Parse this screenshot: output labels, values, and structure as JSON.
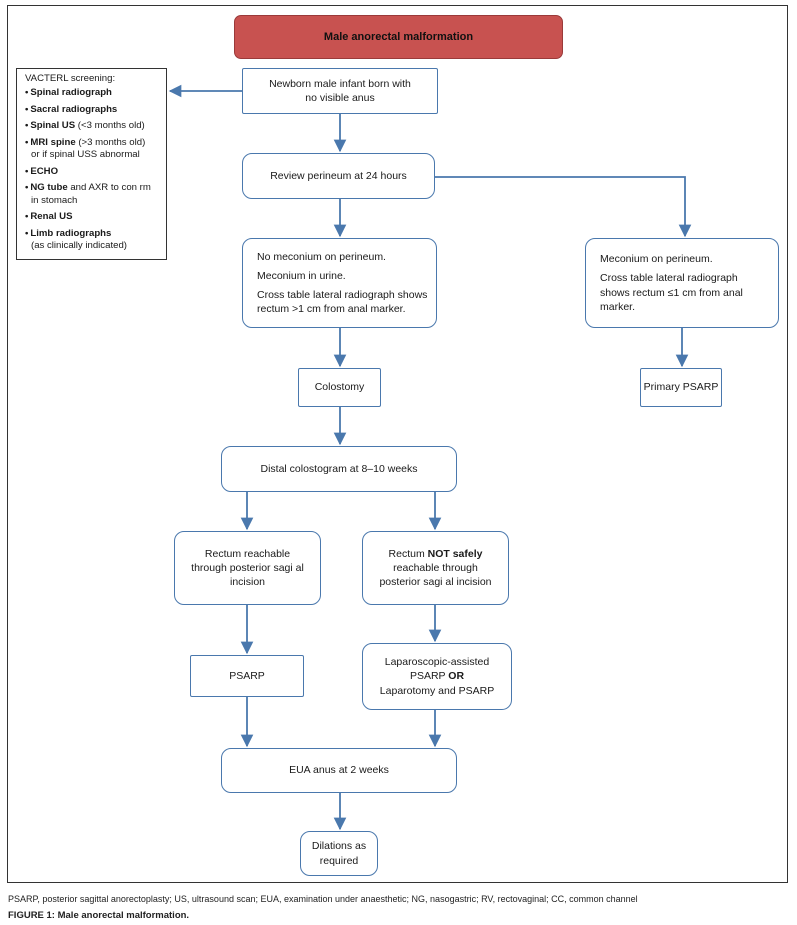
{
  "title": "Male anorectal malformation",
  "vacterl": {
    "heading": "VACTERL screening:",
    "items": [
      {
        "bold": "Spinal radiograph",
        "rest": ""
      },
      {
        "bold": "Sacral radiographs",
        "rest": ""
      },
      {
        "bold": "Spinal US",
        "rest": " (<3 months old)"
      },
      {
        "bold": "MRI spine",
        "rest": " (>3 months old)",
        "sub": "or if spinal USS abnormal"
      },
      {
        "bold": "ECHO",
        "rest": ""
      },
      {
        "bold": "NG tube",
        "rest": " and AXR to con  rm",
        "sub": "in stomach"
      },
      {
        "bold": "Renal US",
        "rest": ""
      },
      {
        "bold": "Limb radiographs",
        "rest": "",
        "sub": "(as clinically indicated)"
      }
    ]
  },
  "nodes": {
    "newborn": "Newborn male infant born with no visible anus",
    "review": "Review perineum at 24 hours",
    "no_meconium": [
      "No meconium on perineum.",
      "Meconium in urine.",
      "Cross table lateral radiograph shows rectum >1 cm from anal marker."
    ],
    "meconium": [
      "Meconium on perineum.",
      "Cross table lateral radiograph shows rectum ≤1 cm from anal marker."
    ],
    "colostomy": "Colostomy",
    "primary_psarp": "Primary PSARP",
    "colostogram": "Distal colostogram at 8–10 weeks",
    "reachable": "Rectum reachable through posterior sagi   al incision",
    "not_safely": {
      "pre": "Rectum ",
      "bold": "NOT safely",
      "post": " reachable through posterior sagi   al incision"
    },
    "psarp": "PSARP",
    "laparoscopic": {
      "line1": "Laparoscopic-assisted",
      "line2a": "PSARP ",
      "line2b": "OR",
      "line3": "Laparotomy and PSARP"
    },
    "eua": "EUA anus at 2 weeks",
    "dilations": "Dilations as required"
  },
  "footer": {
    "abbreviations": "PSARP, posterior sagittal anorectoplasty; US, ultrasound scan; EUA, examination under anaesthetic; NG, nasogastric; RV, rectovaginal; CC, common channel",
    "caption": "FIGURE 1: Male anorectal malformation."
  }
}
